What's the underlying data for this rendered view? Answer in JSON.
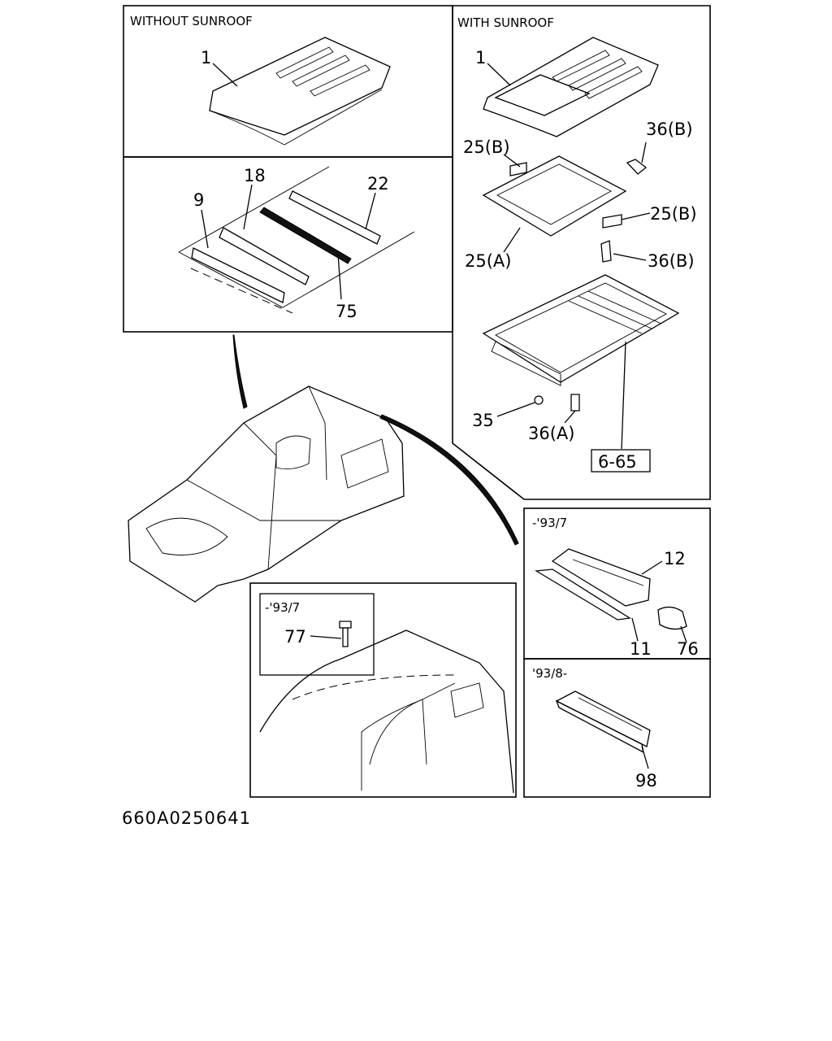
{
  "panels": {
    "without_sunroof": {
      "title": "WITHOUT SUNROOF",
      "callouts": [
        "1"
      ]
    },
    "roof_reinforcements": {
      "callouts": [
        "18",
        "22",
        "9",
        "75"
      ]
    },
    "with_sunroof": {
      "title": "WITH SUNROOF",
      "callouts": [
        "1",
        "36(B)",
        "25(B)",
        "25(B)",
        "25(A)",
        "36(B)",
        "35",
        "36(A)"
      ],
      "reference": "6-65"
    },
    "rain_rail_early": {
      "title": "-'93/7",
      "callouts": [
        "77"
      ]
    },
    "cowl_early": {
      "title": "-'93/7",
      "callouts": [
        "12",
        "11",
        "76"
      ]
    },
    "cowl_late": {
      "title": "'93/8-",
      "callouts": [
        "98"
      ]
    }
  },
  "drawing_code": "660A0250641"
}
